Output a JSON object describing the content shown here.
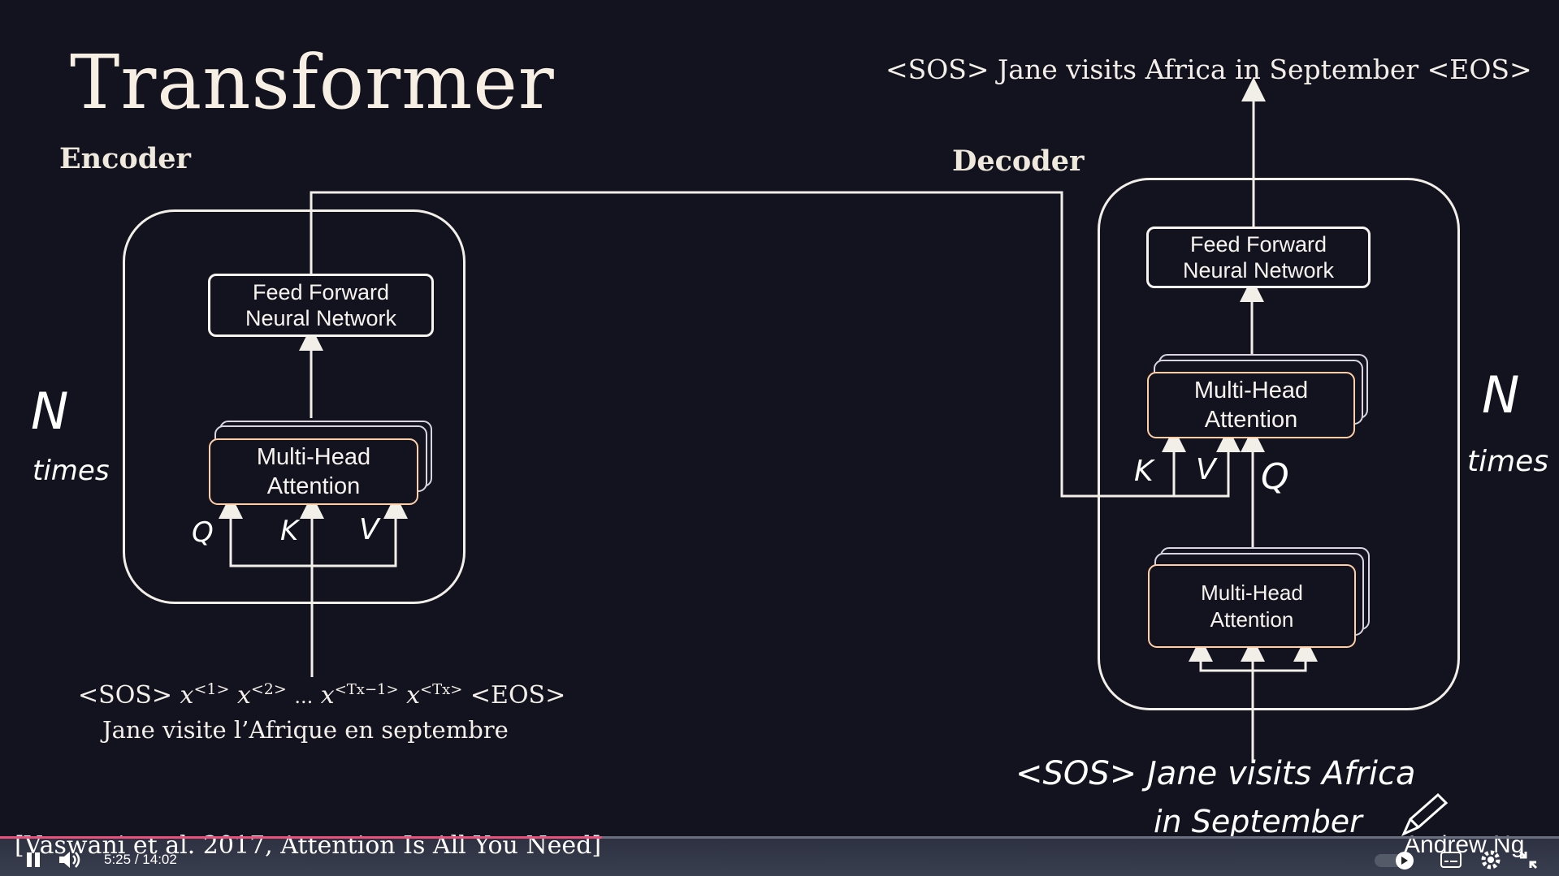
{
  "slide": {
    "title": "Transformer",
    "encoder_label": "Encoder",
    "decoder_label": "Decoder",
    "output_sentence": "<SOS> Jane visits Africa in September <EOS>",
    "encoder": {
      "ffn_line1": "Feed Forward",
      "ffn_line2": "Neural Network",
      "mha_line1": "Multi-Head",
      "mha_line2": "Attention",
      "q": "Q",
      "k": "K",
      "v": "V",
      "input_sos": "<SOS>",
      "x1": "x",
      "x1_sup": "<1>",
      "x2": "x",
      "x2_sup": "<2>",
      "ellipsis": "...",
      "xT1": "x",
      "xT1_sup": "<Tx−1>",
      "xT": "x",
      "xT_sup": "<Tx>",
      "input_eos": "<EOS>",
      "french_sentence": "Jane visite l’Afrique en septembre",
      "n_label": "N",
      "times_label": "times"
    },
    "decoder": {
      "ffn_line1": "Feed Forward",
      "ffn_line2": "Neural Network",
      "mha_top_line1": "Multi-Head",
      "mha_top_line2": "Attention",
      "mha_bottom_line1": "Multi-Head",
      "mha_bottom_line2": "Attention",
      "k": "K",
      "v": "V",
      "q": "Q",
      "n_label": "N",
      "times_label": "times",
      "handwritten_input_line1": "<SOS> Jane visits Africa",
      "handwritten_input_line2": "in September"
    },
    "citation": "[Vaswani et al. 2017, Attention Is All You Need]",
    "author": "Andrew Ng"
  },
  "player": {
    "current_time": "5:25",
    "separator": "/",
    "duration": "14:02",
    "progress_fraction": 0.386,
    "icons": [
      "pause-icon",
      "volume-icon",
      "pen-icon",
      "autoplay-toggle",
      "captions-icon",
      "settings-icon",
      "fullscreen-exit-icon"
    ],
    "accent_color": "#e8517a"
  }
}
